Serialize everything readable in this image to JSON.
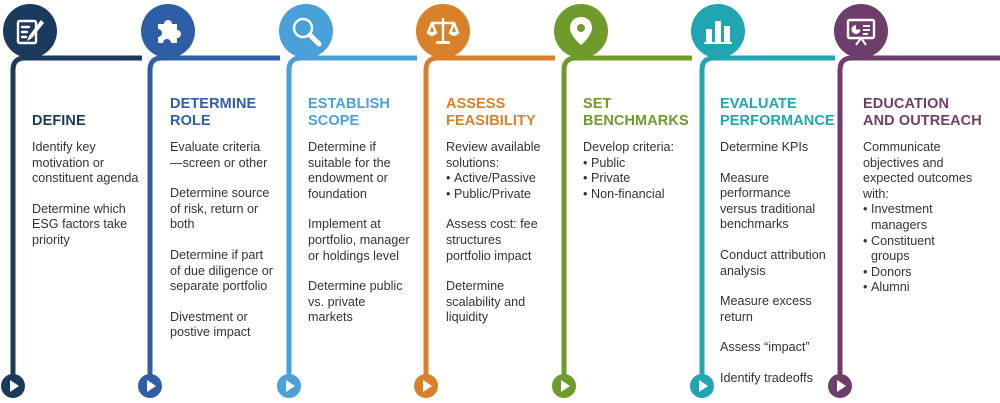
{
  "colors": {
    "define": "#1b3a5c",
    "role": "#2e5fa6",
    "scope": "#4aa0d8",
    "feasibility": "#d9812a",
    "benchmarks": "#6f9a2c",
    "performance": "#20a6b3",
    "education": "#6f3d6b"
  },
  "steps": [
    {
      "key": "define",
      "icon": "document-pen-icon",
      "title": [
        "DEFINE"
      ],
      "paras": [
        [
          "Identify key",
          "motivation or",
          "constituent agenda"
        ],
        [
          "Determine which",
          "ESG factors take",
          "priority"
        ]
      ]
    },
    {
      "key": "role",
      "icon": "puzzle-piece-icon",
      "title": [
        "DETERMINE",
        "ROLE"
      ],
      "paras": [
        [
          "Evaluate criteria",
          "—screen or other"
        ],
        [
          "Determine source",
          "of risk, return or",
          "both"
        ],
        [
          "Determine if part",
          "of due diligence or",
          "separate portfolio"
        ],
        [
          "Divestment or",
          "postive impact"
        ]
      ]
    },
    {
      "key": "scope",
      "icon": "magnifier-icon",
      "title": [
        "ESTABLISH",
        "SCOPE"
      ],
      "paras": [
        [
          "Determine if",
          "suitable for the",
          "endowment or",
          "foundation"
        ],
        [
          "Implement at",
          "portfolio, manager",
          "or holdings level"
        ],
        [
          "Determine public",
          "vs. private",
          "markets"
        ]
      ]
    },
    {
      "key": "feasibility",
      "icon": "balance-scale-icon",
      "title": [
        "ASSESS",
        "FEASIBILITY"
      ],
      "paras": [
        [
          "Review available",
          "solutions:"
        ],
        [
          "Assess cost: fee",
          "structures",
          "portfolio impact"
        ],
        [
          "Determine",
          "scalability and",
          "liquidity"
        ]
      ],
      "list_after_para": 0,
      "list": [
        "Active/Passive",
        "Public/Private"
      ]
    },
    {
      "key": "benchmarks",
      "icon": "location-pin-icon",
      "title": [
        "SET",
        "BENCHMARKS"
      ],
      "paras": [
        [
          "Develop criteria:"
        ]
      ],
      "list_after_para": 0,
      "list": [
        "Public",
        "Private",
        "Non-financial"
      ]
    },
    {
      "key": "performance",
      "icon": "bar-chart-icon",
      "title": [
        "EVALUATE",
        "PERFORMANCE"
      ],
      "paras": [
        [
          "Determine KPIs"
        ],
        [
          "Measure",
          "performance",
          "versus traditional",
          "benchmarks"
        ],
        [
          "Conduct attribution",
          "analysis"
        ],
        [
          "Measure excess",
          "return"
        ],
        [
          "Assess “impact”"
        ],
        [
          "Identify tradeoffs"
        ]
      ]
    },
    {
      "key": "education",
      "icon": "presentation-board-icon",
      "title": [
        "EDUCATION",
        "AND OUTREACH"
      ],
      "paras": [
        [
          "Communicate",
          "objectives and",
          "expected outcomes",
          "with:"
        ]
      ],
      "list_after_para": 0,
      "list": [
        [
          "Investment",
          "managers"
        ],
        [
          "Constituent",
          "groups"
        ],
        [
          "Donors"
        ],
        [
          "Alumni"
        ]
      ]
    }
  ]
}
